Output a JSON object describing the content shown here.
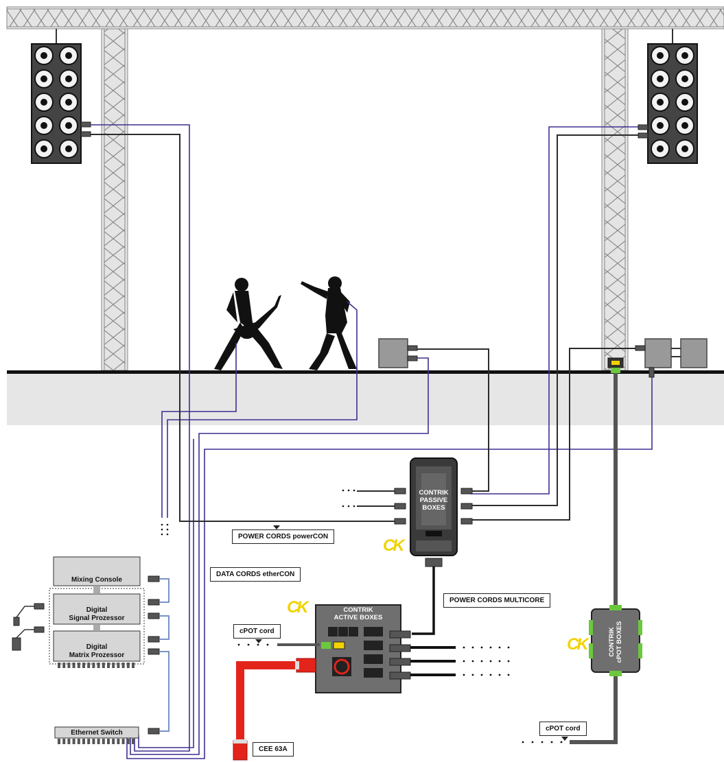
{
  "diagram": {
    "labels": {
      "power_cords_powercon": "POWER CORDS powerCON",
      "data_cords_ethercon": "DATA CORDS etherCON",
      "power_cords_multicore": "POWER CORDS MULTICORE",
      "cpot_cord_left": "cPOT cord",
      "cpot_cord_right": "cPOT cord",
      "cee_63a": "CEE 63A"
    },
    "devices": {
      "mixing_console": "Mixing Console",
      "digital_signal_processor": "Digital\nSignal Prozessor",
      "digital_matrix_processor": "Digital\nMatrix Prozessor",
      "ethernet_switch": "Ethernet Switch"
    },
    "boxes": {
      "passive": "CONTRIK\nPASSIVE\nBOXES",
      "active": "CONTRIK\nACTIVE BOXES",
      "cpot": "CONTRIK\ncPOT BOXES"
    },
    "logo_text": "CK",
    "colors": {
      "data_cable": "#3b2f8f",
      "power_cable": "#2b2b2b",
      "cee_cable": "#e3241b",
      "cpot_cable": "#555555",
      "logo": "#f2d200",
      "green_connector": "#6cc83c",
      "truss": "#d9d9d9",
      "stage_floor": "#e6e6e6"
    }
  }
}
